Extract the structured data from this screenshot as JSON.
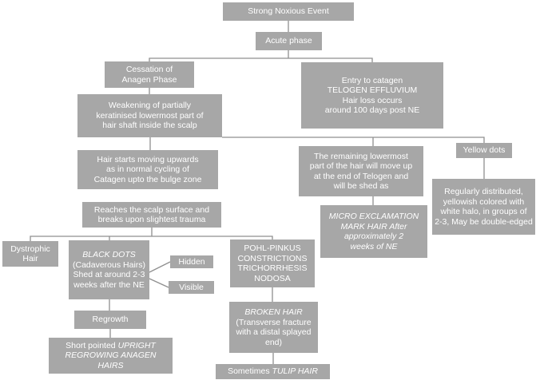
{
  "colors": {
    "box_fill": "#a7a7a7",
    "box_text": "#ffffff",
    "line": "#8f8f8f",
    "background": "#ffffff"
  },
  "nodes": {
    "strong_noxious_event": {
      "text": "Strong Noxious Event"
    },
    "acute_phase": {
      "text": "Acute phase"
    },
    "cessation": {
      "text": "Cessation of\nAnagen Phase"
    },
    "entry_catagen": {
      "text": "Entry to catagen\nTELOGEN EFFLUVIUM\nHair loss occurs\naround 100 days post NE"
    },
    "weakening": {
      "text": "Weakening of partially\nkeratinised lowermost part of\nhair shaft inside the scalp"
    },
    "hair_starts": {
      "text": "Hair starts moving upwards\nas in normal cycling of\nCatagen upto the bulge zone"
    },
    "reaches": {
      "text": "Reaches the scalp surface and\nbreaks upon slightest trauma"
    },
    "remaining": {
      "text": "The remaining lowermost\npart of the hair will move up\nat the end of Telogen and\nwill be shed as"
    },
    "yellow_dots": {
      "text": "Yellow dots"
    },
    "regularly_distributed": {
      "text": "Regularly distributed,\nyellowish colored with\nwhite halo, in groups of\n2-3, May be double-edged"
    },
    "micro_exclamation": {
      "em": "MICRO EXCLAMATION\nMARK HAIR After\napproximately 2\nweeks of NE"
    },
    "dystrophic": {
      "text": "Dystrophic\nHair"
    },
    "black_dots": {
      "em": "BLACK DOTS",
      "text": "\n(Cadaverous Hairs)\nShed at around 2-3\nweeks after the NE"
    },
    "hidden": {
      "text": "Hidden"
    },
    "visible": {
      "text": "Visible"
    },
    "pohl_pinkus": {
      "text": "POHL-PINKUS\nCONSTRICTIONS\nTRICHORRHESIS\nNODOSA"
    },
    "broken_hair": {
      "em": "BROKEN HAIR",
      "text": "\n(Transverse fracture\nwith a distal splayed\nend)"
    },
    "regrowth": {
      "text": "Regrowth"
    },
    "short_pointed": {
      "text": "Short pointed ",
      "em": "UPRIGHT\nREGROWING ANAGEN\nHAIRS"
    },
    "tulip": {
      "text": "Sometimes ",
      "em": "TULIP HAIR"
    }
  }
}
